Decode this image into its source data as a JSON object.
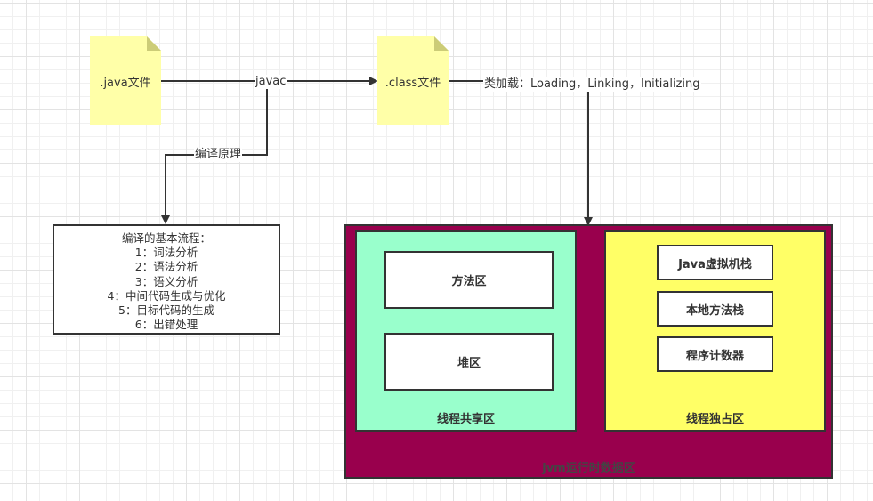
{
  "nodes": {
    "java_file": ".java文件",
    "class_file": ".class文件"
  },
  "edges": {
    "javac": "javac",
    "compile_principle": "编译原理",
    "class_loading": "类加载：Loading，Linking，Initializing"
  },
  "compile_steps": {
    "title": "编译的基本流程：",
    "items": [
      "1：词法分析",
      "2：语法分析",
      "3：语义分析",
      "4：中间代码生成与优化",
      "5：目标代码的生成",
      "6：出错处理"
    ]
  },
  "jvm": {
    "title": "jvm运行时数据区",
    "shared_area": {
      "title": "线程共享区",
      "boxes": [
        "方法区",
        "堆区"
      ]
    },
    "private_area": {
      "title": "线程独占区",
      "boxes": [
        "Java虚拟机栈",
        "本地方法栈",
        "程序计数器"
      ]
    }
  },
  "colors": {
    "note_fill": "#ffffa8",
    "jvm_fill": "#99004d",
    "shared_fill": "#99ffcc",
    "private_fill": "#ffff66",
    "stroke": "#333333"
  }
}
